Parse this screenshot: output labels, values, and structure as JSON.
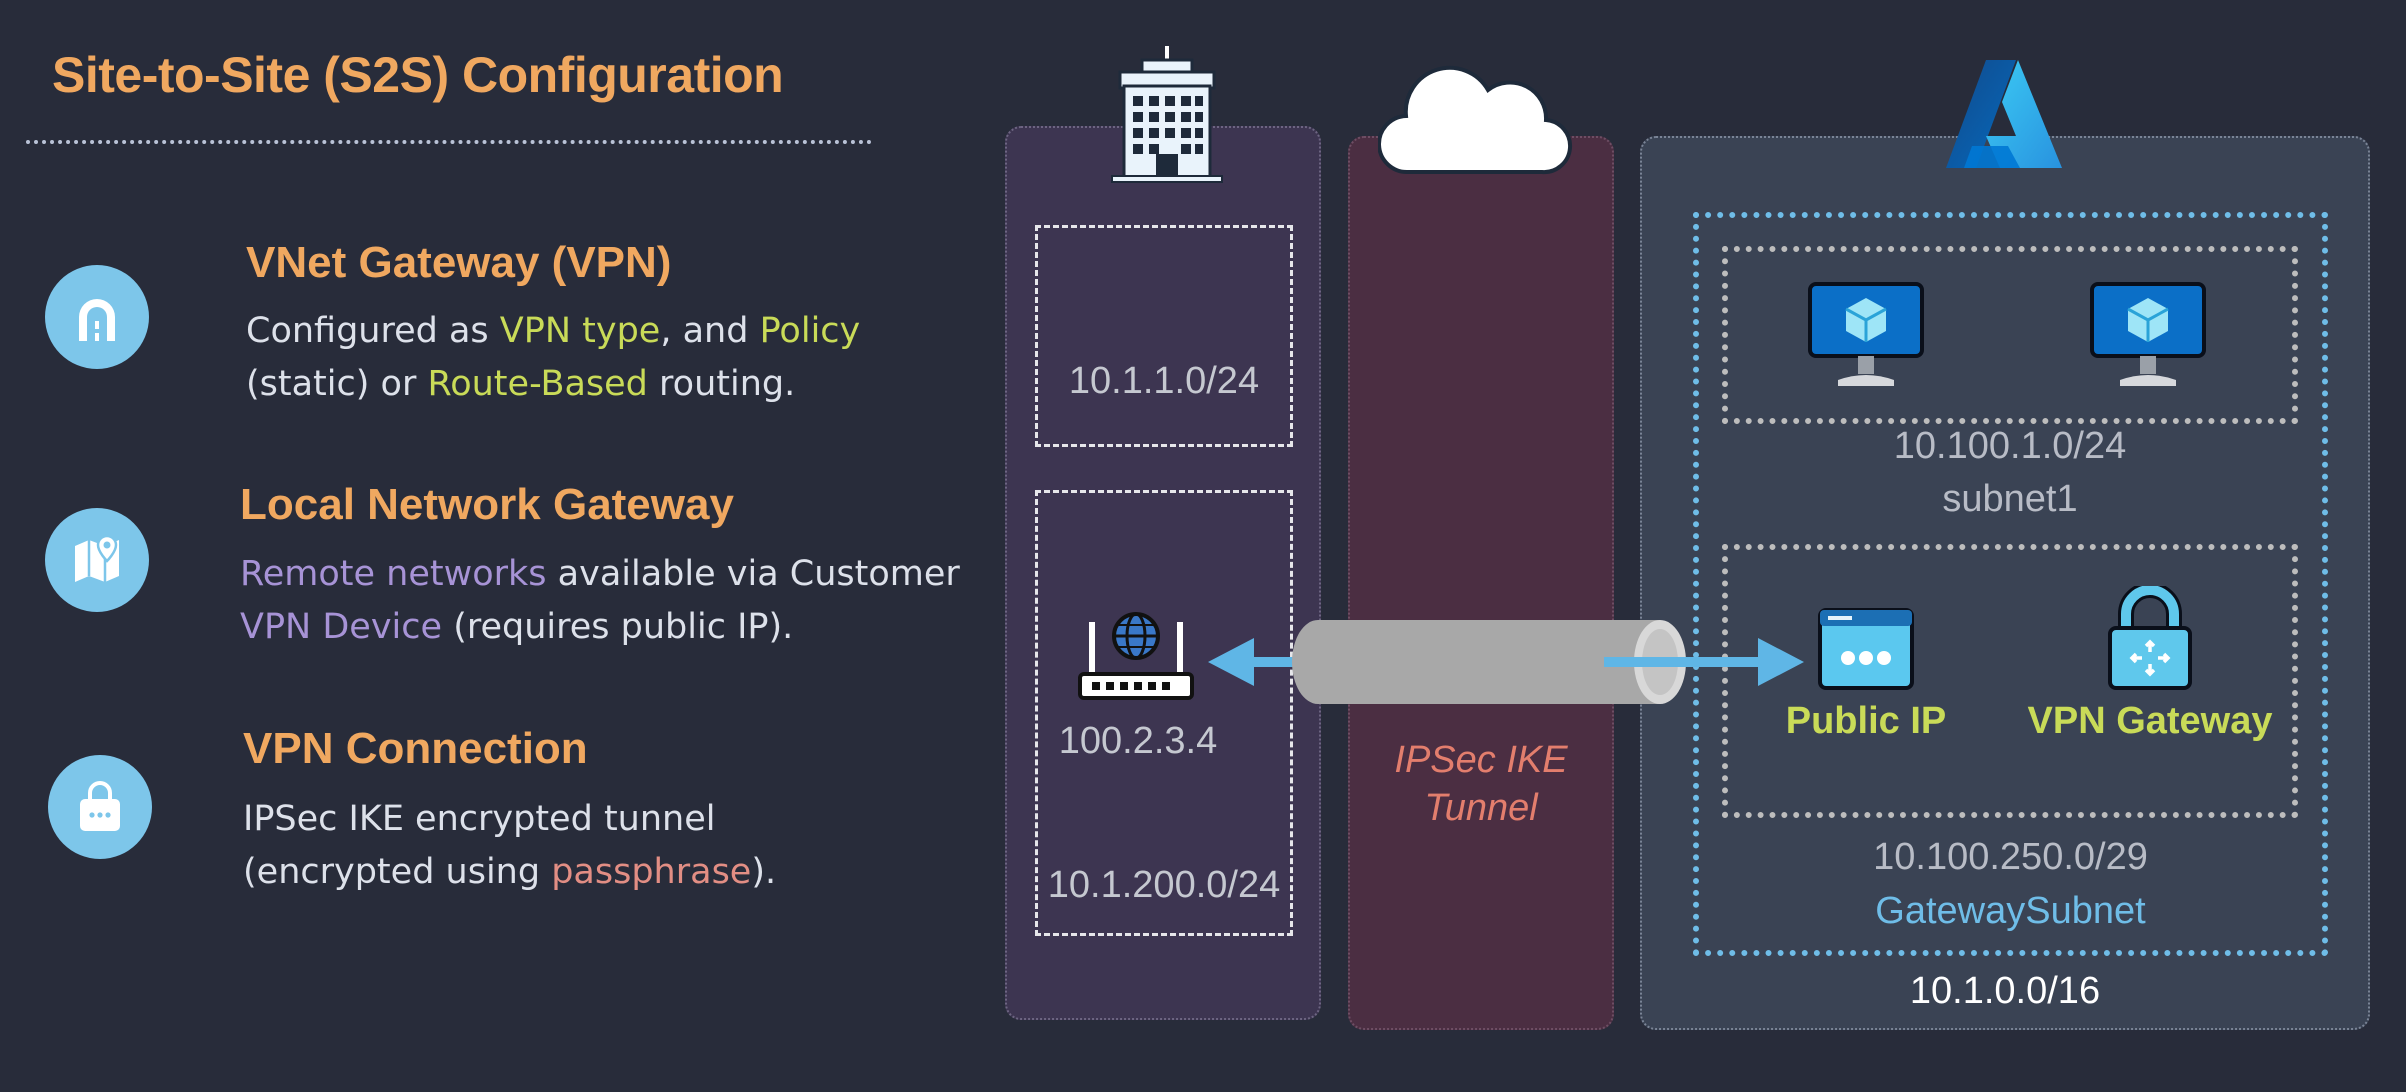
{
  "title": "Site-to-Site (S2S) Configuration",
  "sections": [
    {
      "icon": "gateway-arch-icon",
      "title": "VNet Gateway (VPN)",
      "line1": [
        {
          "text": "Configured as ",
          "hl": ""
        },
        {
          "text": "VPN type",
          "hl": "green"
        },
        {
          "text": ", and ",
          "hl": ""
        },
        {
          "text": "Policy",
          "hl": "green"
        }
      ],
      "line2": [
        {
          "text": "(static) or ",
          "hl": ""
        },
        {
          "text": "Route-Based",
          "hl": "green"
        },
        {
          "text": " routing.",
          "hl": ""
        }
      ]
    },
    {
      "icon": "map-pin-icon",
      "title": "Local Network Gateway",
      "line1": [
        {
          "text": "Remote networks",
          "hl": "purple"
        },
        {
          "text": " available via Customer",
          "hl": ""
        }
      ],
      "line2": [
        {
          "text": "VPN Device",
          "hl": "purple"
        },
        {
          "text": " (requires public IP).",
          "hl": ""
        }
      ]
    },
    {
      "icon": "lock-bag-icon",
      "title": "VPN Connection",
      "line1": [
        {
          "text": "IPSec IKE encrypted tunnel",
          "hl": ""
        }
      ],
      "line2": [
        {
          "text": "(encrypted using ",
          "hl": ""
        },
        {
          "text": "passphrase",
          "hl": "pink"
        },
        {
          "text": ").",
          "hl": ""
        }
      ]
    }
  ],
  "diagram": {
    "onprem": {
      "subnet_top": "10.1.1.0/24",
      "device_ip": "100.2.3.4",
      "subnet_bottom": "10.1.200.0/24"
    },
    "tunnel": {
      "label_line1": "IPSec IKE",
      "label_line2": "Tunnel"
    },
    "azure": {
      "subnet1_cidr": "10.100.1.0/24",
      "subnet1_name": "subnet1",
      "public_ip_label": "Public IP",
      "vpn_gateway_label": "VPN Gateway",
      "gateway_subnet_cidr": "10.100.250.0/29",
      "gateway_subnet_name": "GatewaySubnet",
      "vnet_cidr": "10.1.0.0/16"
    }
  },
  "colors": {
    "accent_orange": "#f0a860",
    "highlight_green": "#c9db58",
    "highlight_purple": "#a793d6",
    "highlight_pink": "#e28e84",
    "gateway_subnet_blue": "#6fbde8",
    "icon_circle": "#7dc6ea"
  }
}
